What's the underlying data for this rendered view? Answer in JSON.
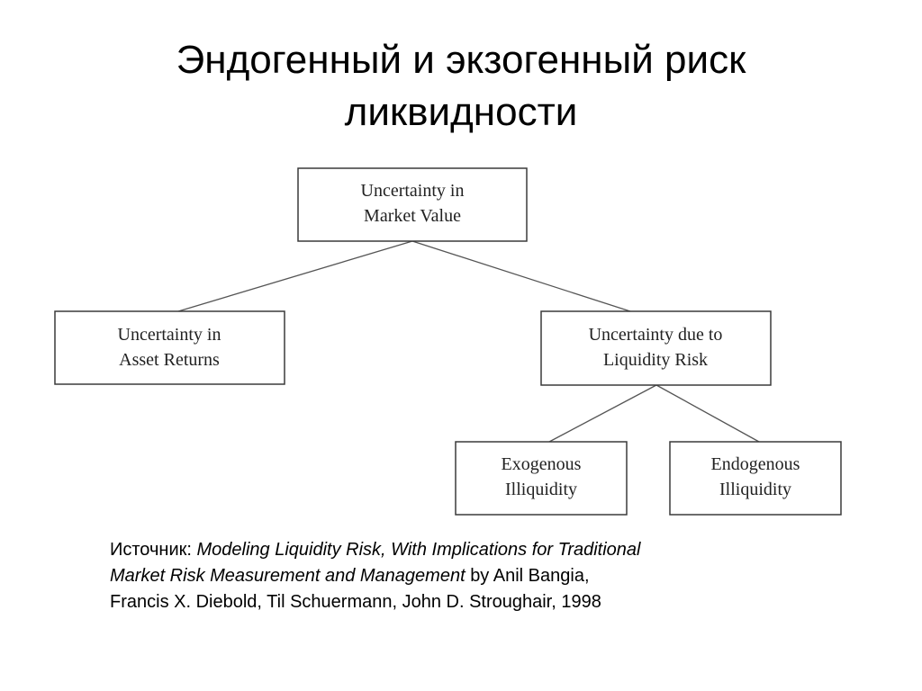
{
  "title": {
    "line1": "Эндогенный и экзогенный риск",
    "line2": "ликвидности"
  },
  "diagram": {
    "nodes": {
      "root": {
        "line1": "Uncertainty in",
        "line2": "Market Value"
      },
      "asset": {
        "line1": "Uncertainty in",
        "line2": "Asset Returns"
      },
      "liquidity": {
        "line1": "Uncertainty due to",
        "line2": "Liquidity Risk"
      },
      "exogenous": {
        "line1": "Exogenous",
        "line2": "Illiquidity"
      },
      "endogenous": {
        "line1": "Endogenous",
        "line2": "Illiquidity"
      }
    }
  },
  "source": {
    "label": "Источник:",
    "title_part1": "Modeling Liquidity Risk, With Implications for Traditional",
    "title_part2": "Market Risk Measurement and Management",
    "by_text": "by Anil Bangia,",
    "authors_line": "Francis X. Diebold, Til Schuermann, John D. Stroughair, 1998"
  }
}
